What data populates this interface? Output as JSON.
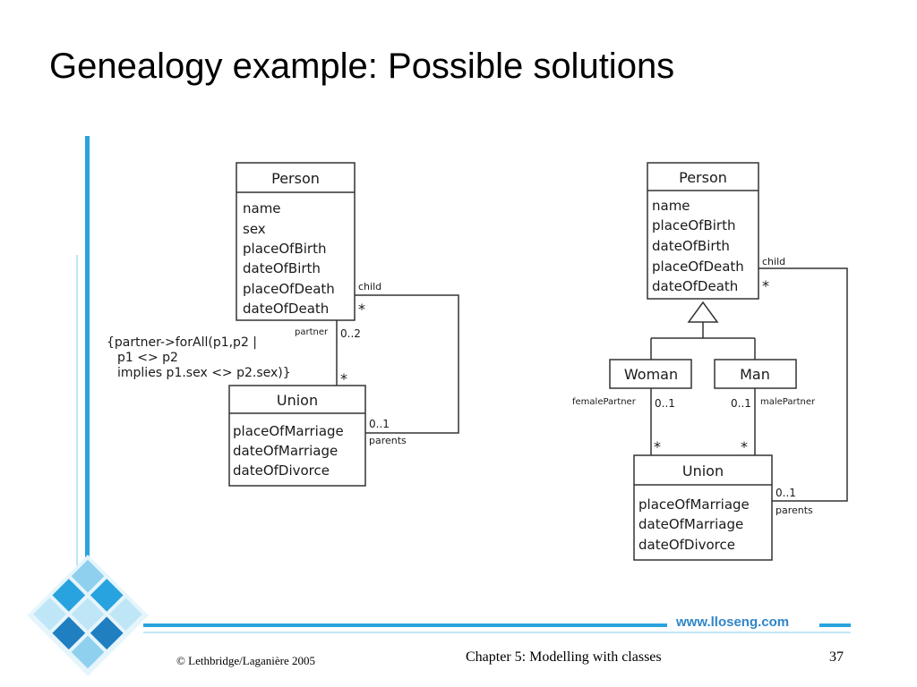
{
  "slide": {
    "title": "Genealogy example: Possible solutions",
    "website": "www.lloseng.com",
    "copyright": "© Lethbridge/Laganière 2005",
    "chapter": "Chapter 5: Modelling with classes",
    "page_number": "37"
  },
  "colors": {
    "accent": "#29a3df",
    "accent_dark": "#1f7fc0",
    "light_blue": "#bfe6f7"
  },
  "diagram_left": {
    "person": {
      "name": "Person",
      "attributes": [
        "name",
        "sex",
        "placeOfBirth",
        "dateOfBirth",
        "placeOfDeath",
        "dateOfDeath"
      ]
    },
    "union": {
      "name": "Union",
      "attributes": [
        "placeOfMarriage",
        "dateOfMarriage",
        "dateOfDivorce"
      ]
    },
    "constraint": [
      "{partner->forAll(p1,p2 |",
      "p1 <> p2",
      "implies p1.sex <> p2.sex)}"
    ],
    "labels": {
      "child_role": "child",
      "child_mult": "*",
      "partner_role": "partner",
      "partner_mult": "0..2",
      "union_partner_mult": "*",
      "parents_mult": "0..1",
      "parents_role": "parents"
    }
  },
  "diagram_right": {
    "person": {
      "name": "Person",
      "attributes": [
        "name",
        "placeOfBirth",
        "dateOfBirth",
        "placeOfDeath",
        "dateOfDeath"
      ]
    },
    "woman": {
      "name": "Woman"
    },
    "man": {
      "name": "Man"
    },
    "union": {
      "name": "Union",
      "attributes": [
        "placeOfMarriage",
        "dateOfMarriage",
        "dateOfDivorce"
      ]
    },
    "labels": {
      "child_role": "child",
      "child_mult": "*",
      "female_role": "femalePartner",
      "female_mult": "0..1",
      "male_mult": "0..1",
      "male_role": "malePartner",
      "union_female_mult": "*",
      "union_male_mult": "*",
      "parents_mult": "0..1",
      "parents_role": "parents"
    }
  }
}
